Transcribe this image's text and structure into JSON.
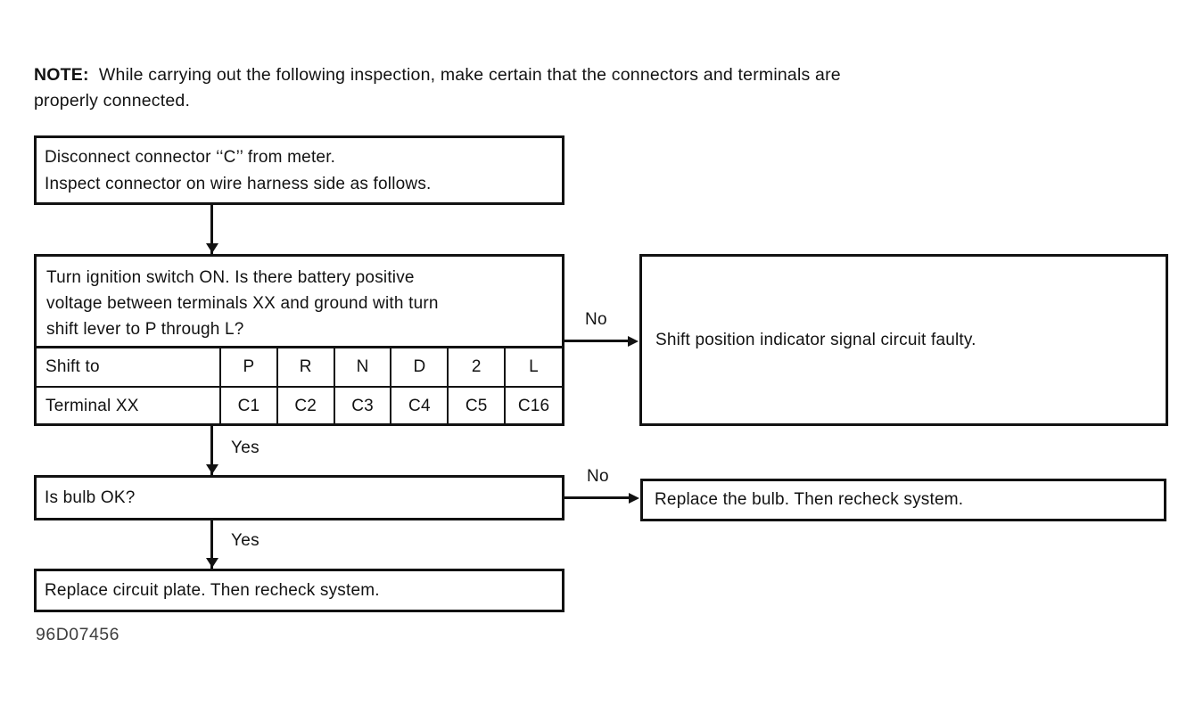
{
  "note": {
    "label": "NOTE:",
    "line1": "While carrying out the following inspection, make certain that the connectors and terminals are",
    "line2": "properly connected."
  },
  "flowchart": {
    "step1": {
      "lines": [
        "Disconnect connector ‘‘C’’ from meter.",
        "Inspect connector on wire harness side as follows."
      ]
    },
    "step2": {
      "question_lines": [
        "Turn ignition switch ON. Is there battery positive",
        "voltage between terminals XX and ground with turn",
        "shift lever to P through L?"
      ],
      "table": {
        "row1": {
          "header": "Shift to",
          "cells": [
            "P",
            "R",
            "N",
            "D",
            "2",
            "L"
          ]
        },
        "row2": {
          "header": "Terminal XX",
          "cells": [
            "C1",
            "C2",
            "C3",
            "C4",
            "C5",
            "C16"
          ]
        }
      }
    },
    "branch1": {
      "no_label": "No",
      "yes_label": "Yes",
      "no_result": "Shift position indicator signal circuit faulty."
    },
    "step3": {
      "text": "Is bulb OK?"
    },
    "branch2": {
      "no_label": "No",
      "yes_label": "Yes",
      "no_result": "Replace the bulb. Then recheck system."
    },
    "step4": {
      "text": "Replace circuit plate. Then recheck system."
    }
  },
  "figure_code": "96D07456",
  "colors": {
    "ink": "#121212",
    "background": "#ffffff",
    "figure_code_gray": "#3e3e3e"
  }
}
